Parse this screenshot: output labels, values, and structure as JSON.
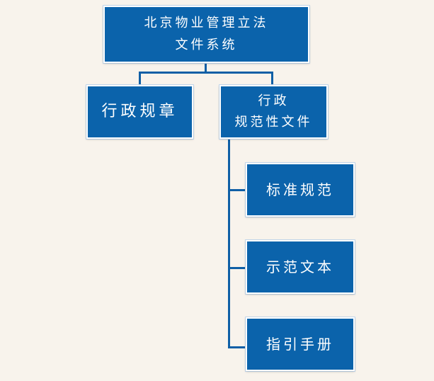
{
  "diagram": {
    "root": {
      "label": "北京物业管理立法\n文件系统"
    },
    "level1": [
      {
        "label": "行政规章"
      },
      {
        "label": "行政\n规范性文件"
      }
    ],
    "level2": [
      {
        "label": "标准规范"
      },
      {
        "label": "示范文本"
      },
      {
        "label": "指引手册"
      }
    ],
    "colors": {
      "background": "#f8f3ec",
      "node_fill": "#0b63ab",
      "connector": "#0f5fa6",
      "text": "#ffffff"
    }
  }
}
